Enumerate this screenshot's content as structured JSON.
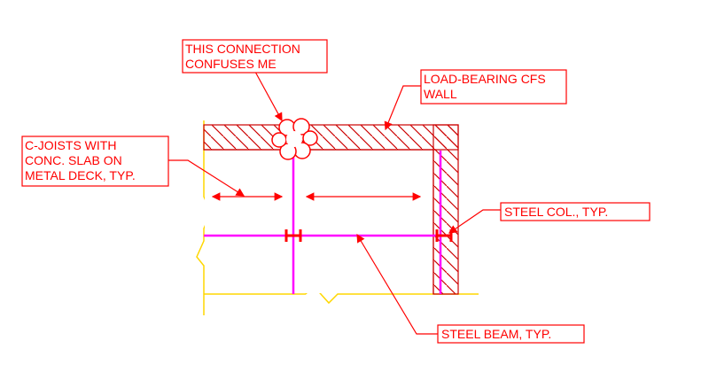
{
  "colors": {
    "annotation": "#ff0000",
    "beam": "#ff00ff",
    "slab_edge": "#ffd700",
    "wall_hatch": "#cc0000",
    "column": "#ff0000"
  },
  "callouts": {
    "connection": {
      "line1": "THIS CONNECTION",
      "line2": "CONFUSES ME"
    },
    "wall": {
      "line1": "LOAD-BEARING CFS",
      "line2": "WALL"
    },
    "joists": {
      "line1": "C-JOISTS WITH",
      "line2": "CONC. SLAB ON",
      "line3": "METAL DECK, TYP."
    },
    "column": {
      "line1": "STEEL COL., TYP."
    },
    "beam": {
      "line1": "STEEL BEAM, TYP."
    }
  },
  "icons": {
    "revision_cloud": "revision-cloud-icon",
    "column_symbol": "steel-column-icon",
    "span_arrow": "double-arrow-icon"
  }
}
